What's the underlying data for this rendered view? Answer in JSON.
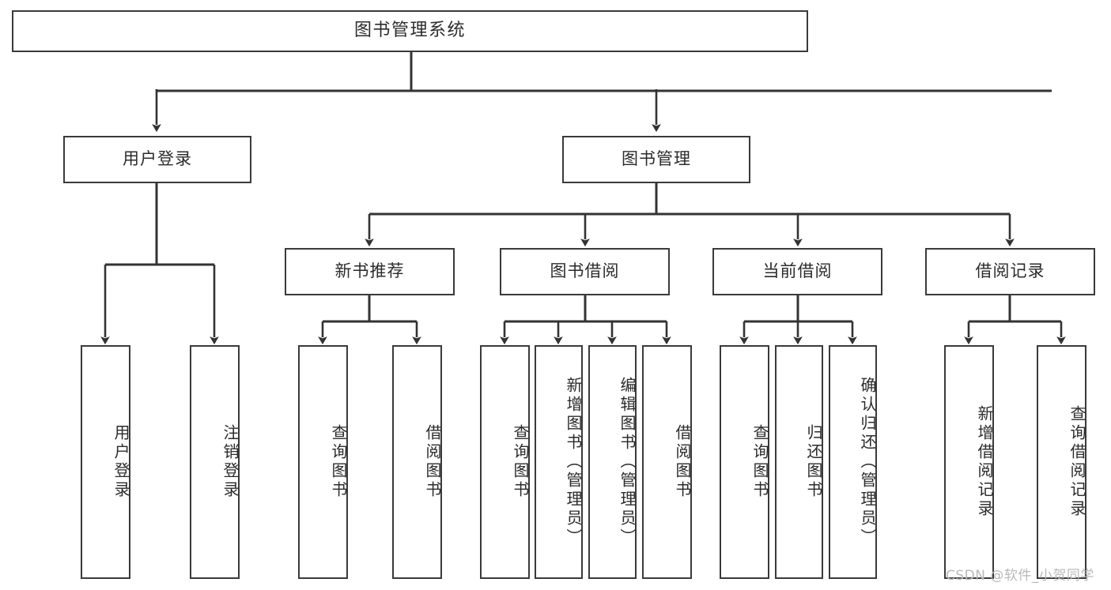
{
  "diagram": {
    "title": "图书管理系统",
    "type": "tree-hierarchy",
    "orientation": "top-down",
    "colors": {
      "box_border": "#3a3a3a",
      "box_fill": "#ffffff",
      "connector": "#333333",
      "text": "#2b2b2b",
      "watermark": "#b9b9b9",
      "background": "#ffffff"
    },
    "nodes": {
      "root": {
        "label": "图书管理系统"
      },
      "level2": [
        {
          "id": "user-login",
          "label": "用户登录"
        },
        {
          "id": "book-management",
          "label": "图书管理"
        }
      ],
      "level3": [
        {
          "id": "new-book-recommend",
          "label": "新书推荐"
        },
        {
          "id": "book-borrow",
          "label": "图书借阅"
        },
        {
          "id": "current-borrow",
          "label": "当前借阅"
        },
        {
          "id": "borrow-record",
          "label": "借阅记录"
        }
      ],
      "leaves": {
        "user-login": [
          {
            "id": "leaf-user-login",
            "label": "用户登录"
          },
          {
            "id": "leaf-user-logout",
            "label": "注销登录"
          }
        ],
        "new-book-recommend": [
          {
            "id": "leaf-query-book-1",
            "label": "查询图书"
          },
          {
            "id": "leaf-borrow-book-1",
            "label": "借阅图书"
          }
        ],
        "book-borrow": [
          {
            "id": "leaf-query-book-2",
            "label": "查询图书"
          },
          {
            "id": "leaf-add-book",
            "label": "新增图书（管理员）"
          },
          {
            "id": "leaf-edit-book",
            "label": "编辑图书（管理员）"
          },
          {
            "id": "leaf-borrow-book-2",
            "label": "借阅图书"
          }
        ],
        "current-borrow": [
          {
            "id": "leaf-query-book-3",
            "label": "查询图书"
          },
          {
            "id": "leaf-return-book",
            "label": "归还图书"
          },
          {
            "id": "leaf-confirm-return",
            "label": "确认归还（管理员）"
          }
        ],
        "borrow-record": [
          {
            "id": "leaf-add-record",
            "label": "新增借阅记录"
          },
          {
            "id": "leaf-query-record",
            "label": "查询借阅记录"
          }
        ]
      }
    },
    "watermark": "CSDN @软件_小贺同学"
  }
}
